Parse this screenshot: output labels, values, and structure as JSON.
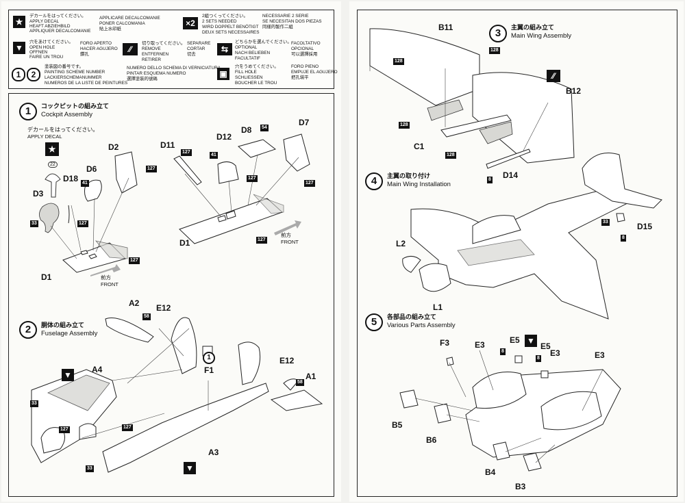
{
  "legend": {
    "decal": {
      "jp": "デカールをはってください。",
      "en": "APPLY DECAL",
      "de": "HEAFT ABZIEHBILD",
      "fr": "APPLIQUER DECALCOMANIE",
      "it": "APPLICARE DECALCOMANIE",
      "es": "PONER CALCOMANIA",
      "cn": "貼上水印紙"
    },
    "two_sets": {
      "mark": "×2",
      "jp": "2組つくってください。",
      "en": "2 SETS NEEDED",
      "de": "WIRD DOPPELT BENÖTIGT",
      "fr": "DEUX SETS NECESSAIRES",
      "it": "NECESSARIE 2 SERIE",
      "es": "SE NECESITAN DOS PIEZAS",
      "cn": "同樣的製作二組"
    },
    "open_hole": {
      "jp": "穴をあけてください。",
      "en": "OPEN HOLE",
      "de": "OFFNEN",
      "fr": "FAIRE UN TROU",
      "it": "FORO APERTO",
      "es": "HACER AGUJERO",
      "cn": "鑽孔"
    },
    "remove": {
      "jp": "切り取ってください。",
      "en": "REMOVE",
      "de": "ENTFERNEN",
      "fr": "RETIRER",
      "it": "SEPARARE",
      "es": "CORTAR",
      "cn": "切去"
    },
    "optional": {
      "jp": "どちらかを選んでください。",
      "en": "OPTIONAL",
      "de": "NACH BELIEBEN",
      "fr": "FACULTATIF",
      "it": "FACOLTATIVO",
      "es": "OPCIONAL",
      "cn": "可以選擇採用"
    },
    "painting": {
      "mark1": "1",
      "mark2": "2",
      "jp": "塗装図の番号です。",
      "en": "PAINTING SCHEME NUMBER",
      "de": "LACKIERSCHEMANUMMER",
      "fr": "NUMEROS DE LA LISTE DE PEINTURES",
      "it": "NUMERO DELLO SCHEMA DI VERNICIATURA",
      "es": "PINTAR ESQUEMA NUMERO",
      "cn": "選擇塗裝的號碼"
    },
    "fill_hole": {
      "jp": "穴をうめてください。",
      "en": "FILL HOLE",
      "de": "SCHLIESSEN",
      "fr": "BOUCHER LE TROU",
      "it": "FORO PIENO",
      "es": "EMPUJE EL AGUJERO",
      "cn": "把孔塡平"
    }
  },
  "steps": [
    {
      "num": "1",
      "jp": "コックピットの組み立て",
      "en": "Cockpit Assembly"
    },
    {
      "num": "2",
      "jp": "胴体の組み立て",
      "en": "Fuselage Assembly"
    },
    {
      "num": "3",
      "jp": "主翼の組み立て",
      "en": "Main Wing Assembly"
    },
    {
      "num": "4",
      "jp": "主翼の取り付け",
      "en": "Main Wing Installation"
    },
    {
      "num": "5",
      "jp": "各部品の組み立て",
      "en": "Various Parts Assembly"
    }
  ],
  "step1": {
    "decal_jp": "デカールをはってください。",
    "decal_en": "APPLY DECAL",
    "decal_no": "22",
    "parts": [
      "D2",
      "D6",
      "D18",
      "D3",
      "D1",
      "D11",
      "D12",
      "D8",
      "D7",
      "D1"
    ],
    "paints": [
      "127",
      "41",
      "127",
      "33",
      "127",
      "127",
      "41",
      "54",
      "127",
      "127",
      "127"
    ],
    "front_jp": "前方",
    "front_en": "FRONT"
  },
  "step2": {
    "parts": [
      "A2",
      "E12",
      "A4",
      "F1",
      "E12",
      "A1",
      "A3"
    ],
    "paints": [
      "58",
      "58",
      "33",
      "127",
      "127",
      "33"
    ],
    "scheme": "1"
  },
  "step3": {
    "parts": [
      "B11",
      "B12",
      "C1",
      "D14"
    ],
    "paints": [
      "128",
      "128",
      "128",
      "128",
      "8"
    ]
  },
  "step4": {
    "parts": [
      "D15",
      "L2",
      "L1"
    ],
    "paints": [
      "33",
      "8"
    ]
  },
  "step5": {
    "parts": [
      "F3",
      "E3",
      "E5",
      "E5",
      "E3",
      "E3",
      "B5",
      "B6",
      "B4",
      "B3"
    ],
    "paints": [
      "8",
      "8"
    ]
  }
}
